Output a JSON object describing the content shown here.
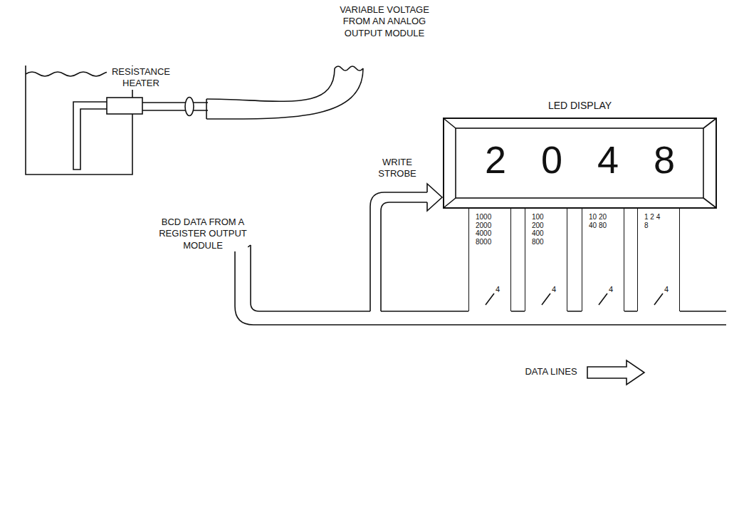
{
  "diagram": {
    "nodes": [
      {
        "text": [
          "LED DISPLAY",
          "2 0 4 8"
        ]
      },
      {
        "text": [
          "1000 2000 4000 8000"
        ]
      },
      {
        "text": [
          "100 200 400 800"
        ]
      },
      {
        "text": [
          "10 20 40 80"
        ]
      },
      {
        "text": [
          "1 2 4 8"
        ]
      }
    ],
    "labels": [
      "VARIABLE VOLTAGE FROM AN ANALOG OUTPUT MODULE",
      "RESISTANCE HEATER",
      "WRITE STROBE",
      "BCD DATA FROM A REGISTER OUTPUT MODULE",
      "4",
      "4",
      "4",
      "4",
      "DATA LINES"
    ]
  }
}
